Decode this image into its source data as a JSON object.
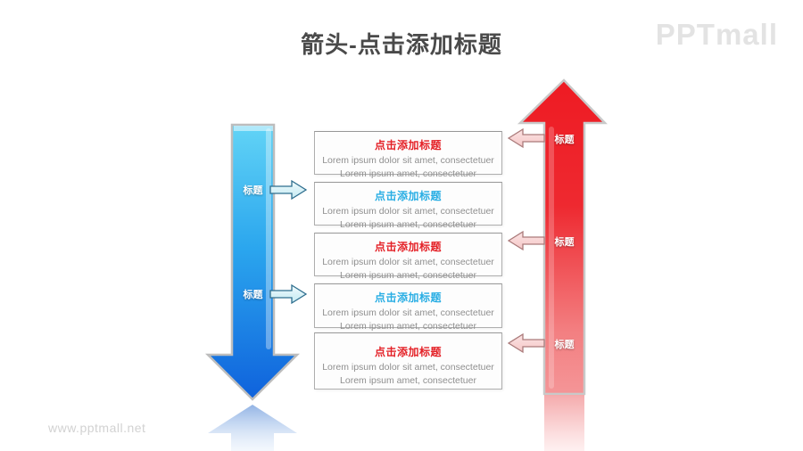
{
  "page": {
    "title": "箭头-点击添加标题",
    "brand": "PPTmall",
    "watermark": "www.pptmall.net"
  },
  "arrows": {
    "blue": {
      "direction": "down",
      "labels": [
        "标题",
        "标题"
      ]
    },
    "red": {
      "direction": "up",
      "labels": [
        "标题",
        "标题",
        "标题"
      ]
    }
  },
  "boxes": [
    {
      "title": "点击添加标题",
      "accent": "#e42127",
      "line1": "Lorem ipsum dolor sit amet, consectetuer",
      "line2": "Lorem ipsum amet, consectetuer"
    },
    {
      "title": "点击添加标题",
      "accent": "#29aee4",
      "line1": "Lorem ipsum dolor sit amet, consectetuer",
      "line2": "Lorem ipsum amet, consectetuer"
    },
    {
      "title": "点击添加标题",
      "accent": "#e42127",
      "line1": "Lorem ipsum dolor sit amet, consectetuer",
      "line2": "Lorem ipsum amet, consectetuer"
    },
    {
      "title": "点击添加标题",
      "accent": "#29aee4",
      "line1": "Lorem ipsum dolor sit amet, consectetuer",
      "line2": "Lorem ipsum amet, consectetuer"
    },
    {
      "title": "点击添加标题",
      "accent": "#e42127",
      "line1": "Lorem ipsum dolor sit amet, consectetuer",
      "line2": "Lorem ipsum amet, consectetuer"
    }
  ],
  "colors": {
    "heading_text": "#4a4a4a",
    "brand_text": "#e3e3e3",
    "watermark_text": "#d2d2d2",
    "blue_arrow_top": "#62d4f6",
    "blue_arrow_bottom": "#0f62dc",
    "red_arrow": "#ee1b23",
    "red_arrow_fade": "#f49597",
    "box_title_red": "#e42127",
    "box_title_blue": "#29aee4",
    "connector_cyan_fill": "#c3e9f2",
    "connector_pink_fill": "#f8d6d6"
  }
}
